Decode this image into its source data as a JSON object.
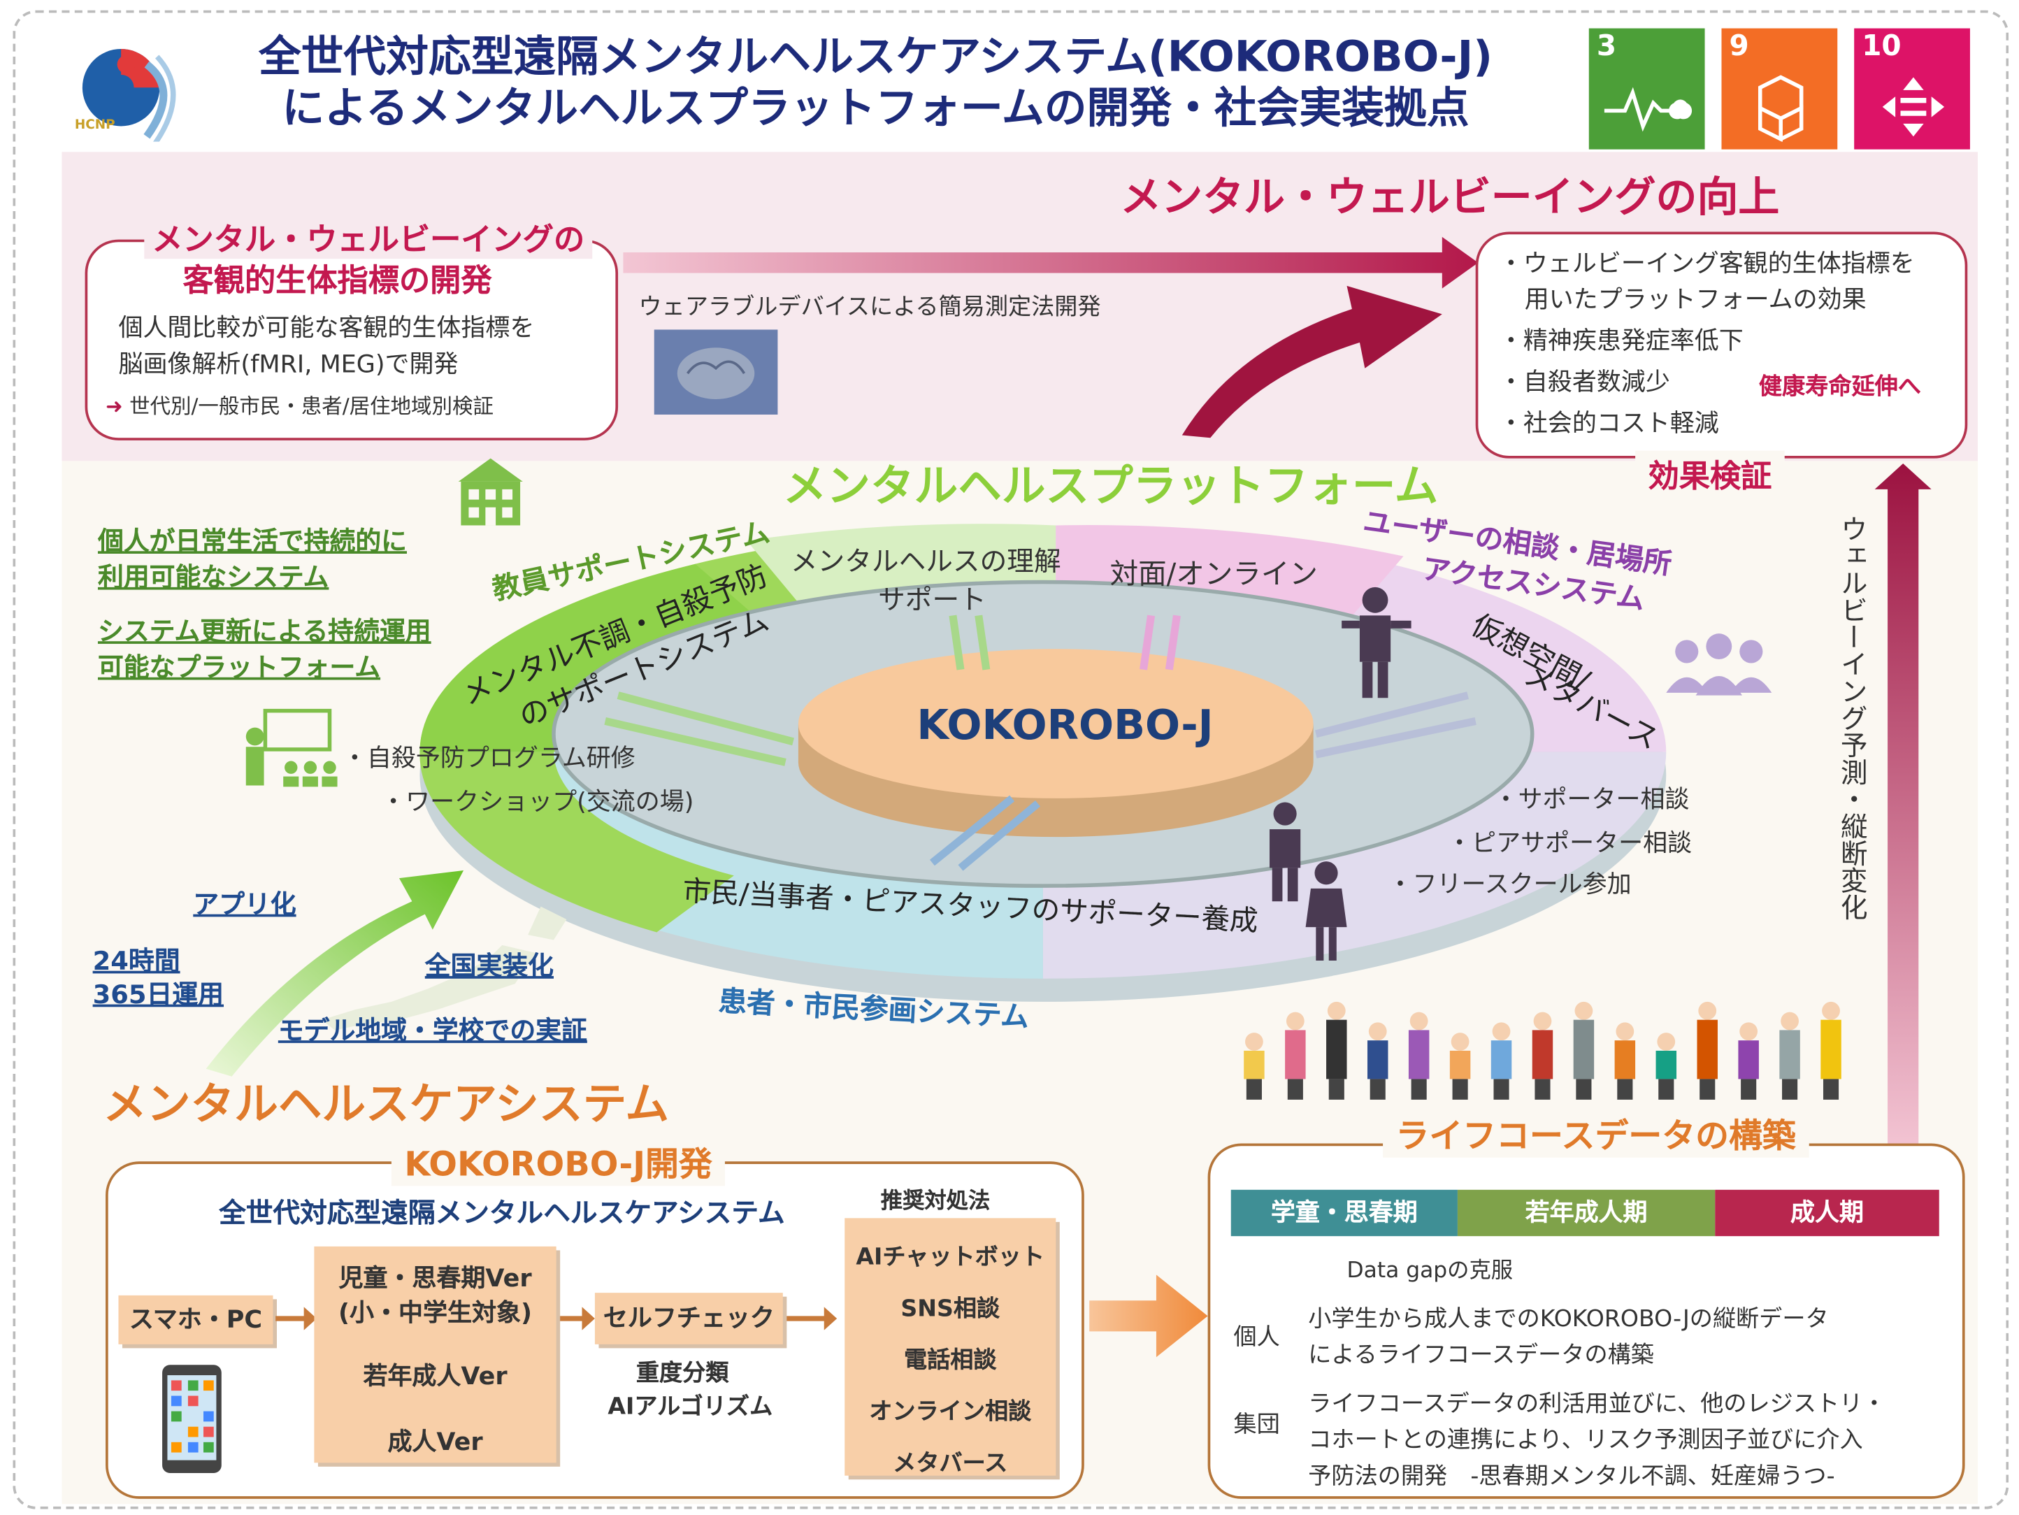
{
  "header": {
    "logo_text": "HCNP",
    "title_line1": "全世代対応型遠隔メンタルヘルスケアシステム(KOKOROBO-J)",
    "title_line2": "によるメンタルヘルスプラットフォームの開発・社会実装拠点",
    "sdgs": [
      {
        "num": "3",
        "color": "#4c9f38",
        "icon": "heartbeat-icon"
      },
      {
        "num": "9",
        "color": "#f36d25",
        "icon": "cubes-icon"
      },
      {
        "num": "10",
        "color": "#dd1367",
        "icon": "equality-icon"
      }
    ]
  },
  "top": {
    "goal": "メンタル・ウェルビーイングの向上",
    "biomarker": {
      "title1": "メンタル・ウェルビーイングの",
      "title2": "客観的生体指標の開発",
      "line1": "個人間比較が可能な客観的生体指標を",
      "line2": "脳画像解析(fMRI, MEG)で開発",
      "line3": "世代別/一般市民・患者/居住地域別検証"
    },
    "wearable": "ウェアラブルデバイスによる簡易測定法開発",
    "effects": {
      "item1a": "・ウェルビーイング客観的生体指標を",
      "item1b": "用いたプラットフォームの効果",
      "item2": "・精神疾患発症率低下",
      "item3": "・自殺者数減少",
      "item4": "・社会的コスト軽減",
      "healthy": "健康寿命延伸へ",
      "verify": "効果検証"
    }
  },
  "platform": {
    "title": "メンタルヘルスプラットフォーム",
    "core": "KOKOROBO-J",
    "teacher": "教員サポートシステム",
    "understand1": "メンタルヘルスの理解",
    "understand2": "サポート",
    "online": "対面/オンライン",
    "user1": "ユーザーの相談・居場所",
    "user2": "アクセスシステム",
    "suicide1": "メンタル不調・自殺予防",
    "suicide2": "のサポートシステム",
    "virtual1": "仮想空間/",
    "virtual2": "メタバース",
    "citizen": "市民/当事者・ピアスタッフのサポーター養成",
    "patient": "患者・市民参画システム",
    "train1": "・自殺予防プログラム研修",
    "train2": "・ワークショップ(交流の場)",
    "support1": "・サポーター相談",
    "support2": "・ピアサポーター相談",
    "support3": "・フリースクール参加"
  },
  "left": {
    "feat1": "個人が日常生活で持続的に",
    "feat2": "利用可能なシステム",
    "feat3": "システム更新による持続運用",
    "feat4": "可能なプラットフォーム",
    "app": "アプリ化",
    "hours1": "24時間",
    "hours2": "365日運用",
    "national": "全国実装化",
    "model": "モデル地域・学校での実証",
    "caresystem": "メンタルヘルスケアシステム"
  },
  "right": {
    "vertical": "ウェルビーイング予測・縦断変化"
  },
  "dev": {
    "title": "KOKOROBO-J開発",
    "subtitle": "全世代対応型遠隔メンタルヘルスケアシステム",
    "device": "スマホ・PC",
    "ver1a": "児童・思春期Ver",
    "ver1b": "(小・中学生対象)",
    "ver2": "若年成人Ver",
    "ver3": "成人Ver",
    "selfcheck": "セルフチェック",
    "algo1": "重度分類",
    "algo2": "AIアルゴリズム",
    "rec_title": "推奨対処法",
    "recs": [
      "AIチャットボット",
      "SNS相談",
      "電話相談",
      "オンライン相談",
      "メタバース"
    ]
  },
  "lifecourse": {
    "title": "ライフコースデータの構築",
    "stage1": "学童・思春期",
    "stage2": "若年成人期",
    "stage3": "成人期",
    "gap": "Data gapの克服",
    "ind_label": "個人",
    "ind_text1": "小学生から成人までのKOKOROBO-Jの縦断データ",
    "ind_text2": "によるライフコースデータの構築",
    "grp_label": "集団",
    "grp_text1": "ライフコースデータの利活用並びに、他のレジストリ・",
    "grp_text2": "コホートとの連携により、リスク予測因子並びに介入",
    "grp_text3": "予防法の開発　-思春期メンタル不調、妊産婦うつ-"
  }
}
